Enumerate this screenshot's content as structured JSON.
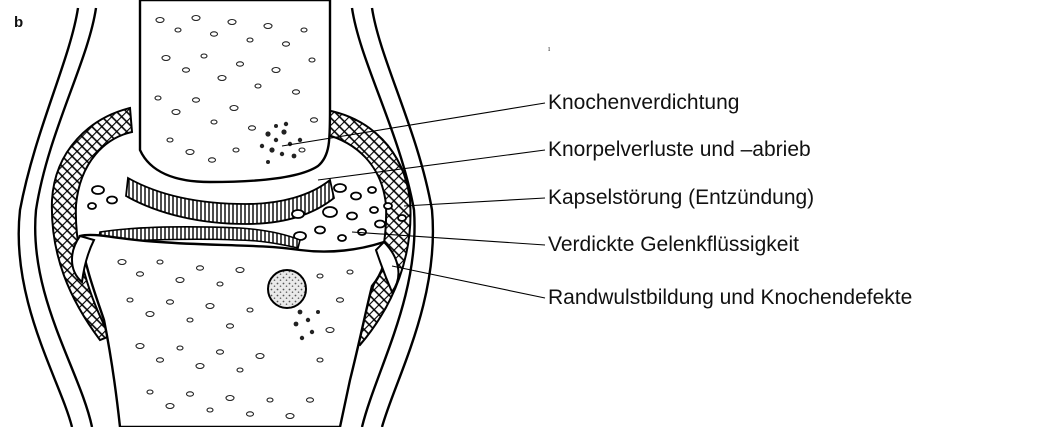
{
  "figure": {
    "panel_label": "b",
    "stray_mark": "ı"
  },
  "callouts": [
    {
      "label": "Knochenverdichtung"
    },
    {
      "label": "Knorpelverluste und –abrieb"
    },
    {
      "label": "Kapselstörung (Entzündung)"
    },
    {
      "label": "Verdickte Gelenkflüssigkeit"
    },
    {
      "label": "Randwulstbildung und Knochendefekte"
    }
  ]
}
